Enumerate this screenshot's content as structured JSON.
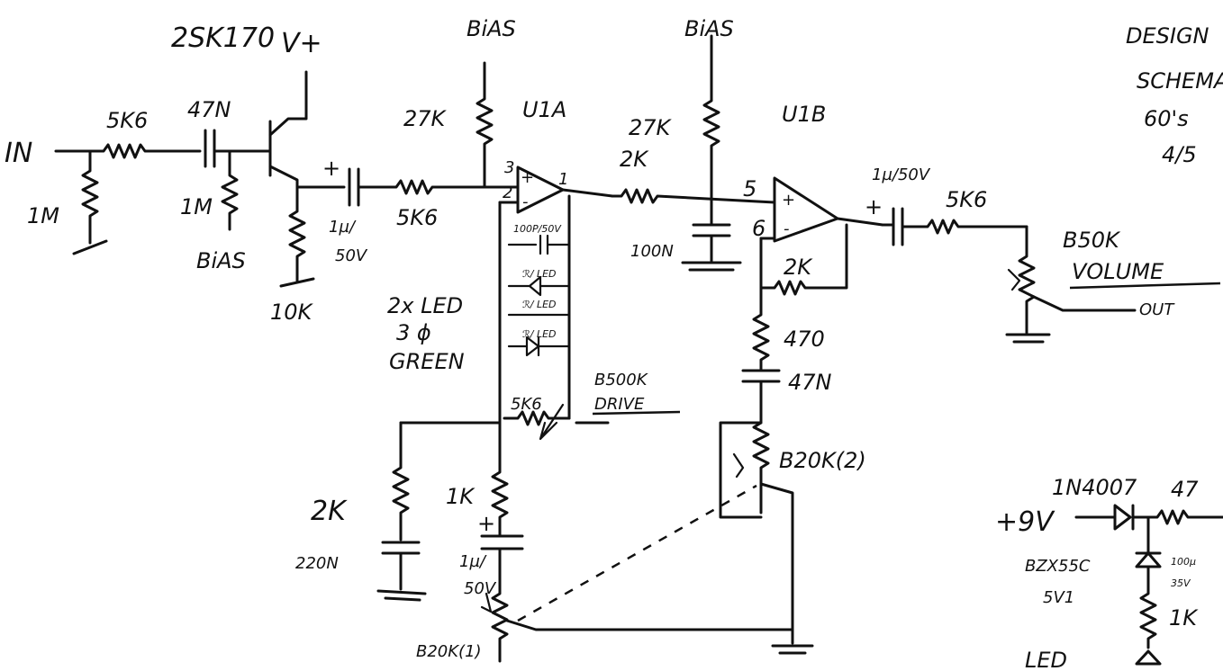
{
  "labels": {
    "jfet_type": "2SK170",
    "vplus": "V+",
    "bias1": "BiAS",
    "bias2": "BiAS",
    "bias3": "BiAS",
    "in": "IN",
    "r_in_series": "5K6",
    "c_in": "47N",
    "r_1m_in": "1M",
    "r_1m_gate": "1M",
    "r_10k": "10K",
    "c_1u_50v_a": "1µ/",
    "c_1u_50v_b": "50V",
    "r_5k6_a": "5K6",
    "r_27k_a": "27K",
    "u1a": "U1A",
    "pin3": "3",
    "pin2": "2",
    "pin1": "1",
    "c_100p": "100P/50V",
    "d1": "ℛ/ LED",
    "d2": "ℛ/ LED",
    "d3": "ℛ/ LED",
    "led_note1": "2x LED",
    "led_note2": "3 ɸ",
    "led_note3": "GREEN",
    "r_5k6_b": "5K6",
    "pot_drive": "B500K",
    "pot_drive_name": "DRIVE",
    "r_2k_a": "2K",
    "c_100n": "100N",
    "r_27k_b": "27K",
    "u1b": "U1B",
    "pin5": "5",
    "pin6": "6",
    "r_2k_fb": "2K",
    "r_470": "470",
    "c_47n": "47N",
    "pot_b20k2": "B20K(2)",
    "c_out": "1µ/50V",
    "r_5k6_out": "5K6",
    "pot_vol": "B50K",
    "pot_vol_name": "VOLUME",
    "out": "OUT",
    "r_2k_b": "2K",
    "c_220n": "220N",
    "r_1k": "1K",
    "c_1u_b1": "1µ/",
    "c_1u_b2": "50V",
    "pot_b20k1": "B20K(1)",
    "design_1": "DESIGN",
    "design_2": "SCHEMATIC",
    "design_3": "60's",
    "design_4": "4/5",
    "psu_diode": "1N4007",
    "psu_r": "47",
    "psu_v": "+9V",
    "zener": "BZX55C",
    "zener_v": "5V1",
    "psu_c": "100µ",
    "psu_c_v": "35V",
    "psu_r1k": "1K",
    "psu_led": "LED",
    "plus1": "+",
    "plus2": "+",
    "plus3": "+",
    "plus_in": "+",
    "minus_in": "-",
    "plus_in_b": "+",
    "minus_in_b": "-"
  }
}
